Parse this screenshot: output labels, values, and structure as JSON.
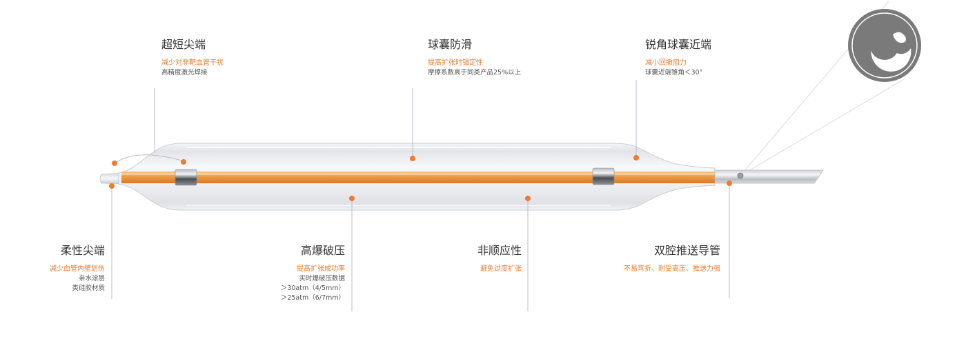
{
  "colors": {
    "accent": "#ee7b2f",
    "title": "#333333",
    "detail": "#555555",
    "leader": "#b8bcc8",
    "core": "#f0a04b"
  },
  "callouts": {
    "short_tip": {
      "title": "超短尖端",
      "subtitle": "减少对非靶血管干扰",
      "details": [
        "高精度激光焊接"
      ]
    },
    "anti_slip": {
      "title": "球囊防滑",
      "subtitle": "提高扩张时锚定性",
      "details": [
        "摩擦系数高于同类产品25%以上"
      ]
    },
    "sharp_shoulder": {
      "title": "锐角球囊近端",
      "subtitle": "减小回撤阻力",
      "details": [
        "球囊近端锥角＜30°"
      ]
    },
    "soft_tip": {
      "title": "柔性尖端",
      "subtitle": "减少血管内壁划伤",
      "details": [
        "亲水涂层",
        "类硅胶材质"
      ]
    },
    "high_burst": {
      "title": "高爆破压",
      "subtitle": "提高扩张成功率",
      "details": [
        "实时爆破压数据",
        "＞30atm（4/5mm）",
        "＞25atm（6/7mm）"
      ]
    },
    "non_compliant": {
      "title": "非顺应性",
      "subtitle": "避免过度扩张",
      "details": []
    },
    "dual_lumen": {
      "title": "双腔推送导管",
      "subtitle": "不易弯折、耐受高压、推送力强",
      "details": []
    }
  }
}
